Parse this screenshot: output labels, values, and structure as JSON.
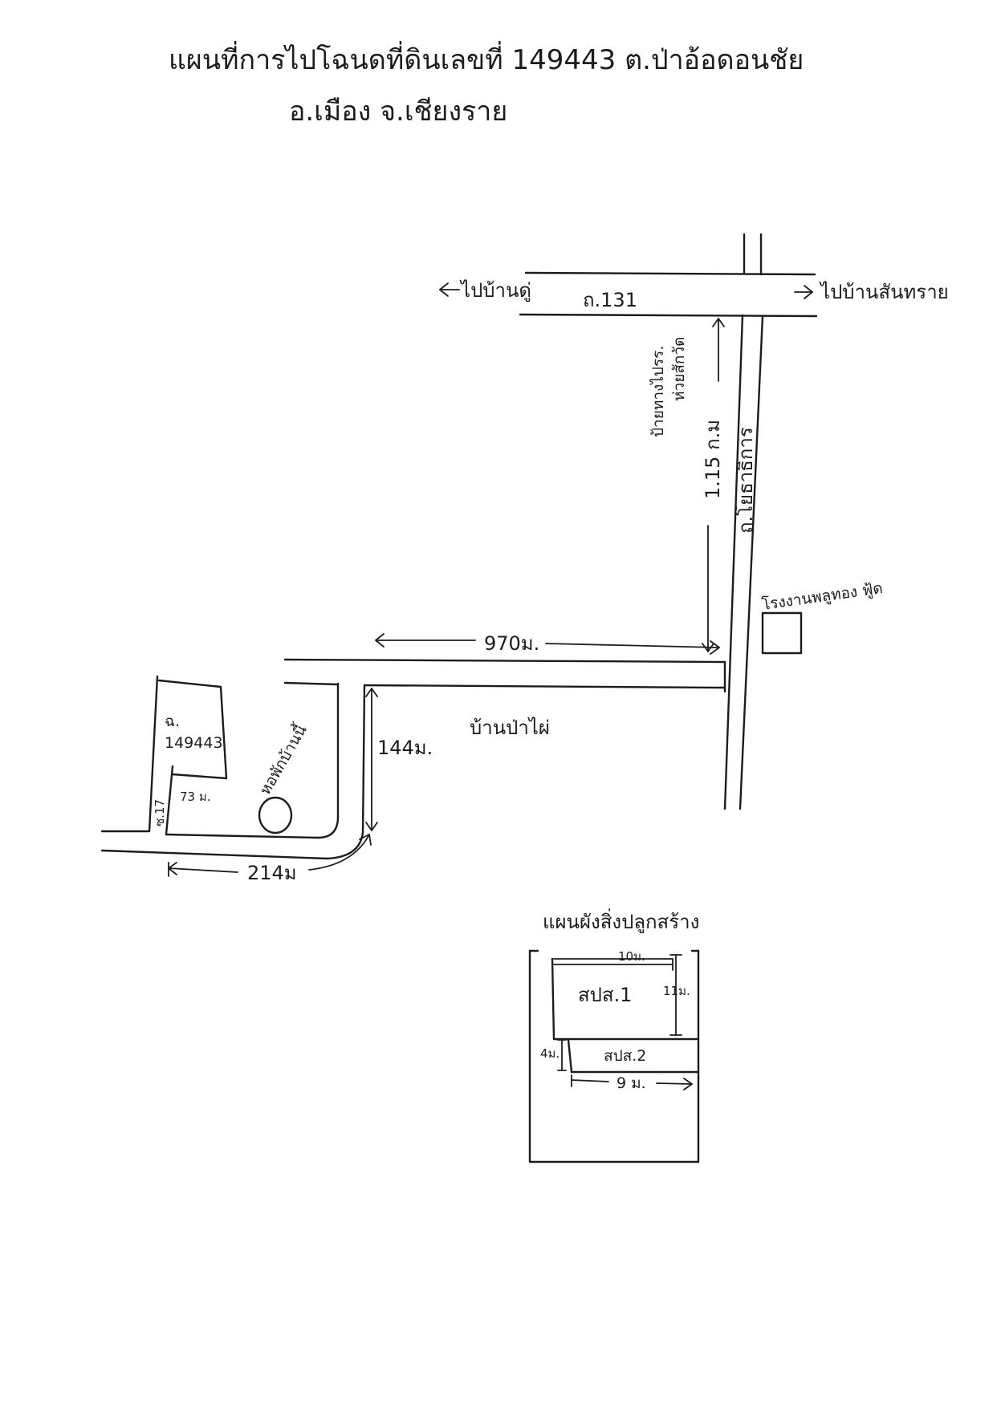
{
  "title": {
    "line1": "แผนที่การไปโฉนดที่ดินเลขที่ 149443 ต.ป่าอ้อดอนชัย",
    "line2": "อ.เมือง จ.เชียงราย"
  },
  "roads": {
    "road_131": "ถ.131",
    "road_right_name": "ถ.โยธาธิการ",
    "to_left": "ไปบ้านดู่",
    "to_right": "ไปบ้านสันทราย",
    "signpost": "ป้ายทางไปรร.",
    "signpost_2": "ห่วยสักวัด",
    "side_road": "ซ.17"
  },
  "distances": {
    "km_1_15": "1.15 ก.ม",
    "m_970": "970ม.",
    "m_144": "144ม.",
    "m_214": "214ม",
    "m_73": "73 ม."
  },
  "places": {
    "factory": "โรงงานพลูทอง ฟู้ด",
    "village": "บ้านป่าไผ่",
    "water_tower": "หอพักบ้านนี้",
    "parcel_label": "ฉ.",
    "parcel_number": "149443"
  },
  "plan": {
    "title": "แผนผังสิ่งปลูกสร้าง",
    "building1": "สปส.1",
    "building2": "สปส.2",
    "dim_width_top": "10ม.",
    "dim_height_right": "11ม.",
    "dim_left": "4ม.",
    "dim_bottom": "9 ม."
  }
}
